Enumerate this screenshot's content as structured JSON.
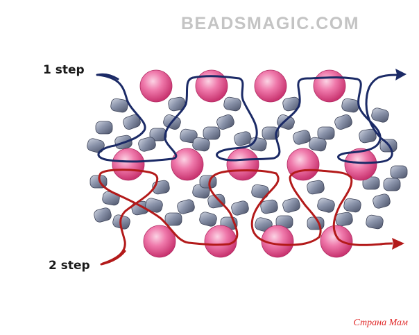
{
  "header": {
    "watermark": "BEADSMAGIC.COM"
  },
  "labels": {
    "step1": "1 step",
    "step2": "2 step"
  },
  "footer": {
    "site": "Страна Мам"
  },
  "colors": {
    "thread_step1": "#1b2a66",
    "thread_step2": "#b31a1a",
    "large_bead": "#e2528e",
    "seed_bead": "#6f7790"
  }
}
